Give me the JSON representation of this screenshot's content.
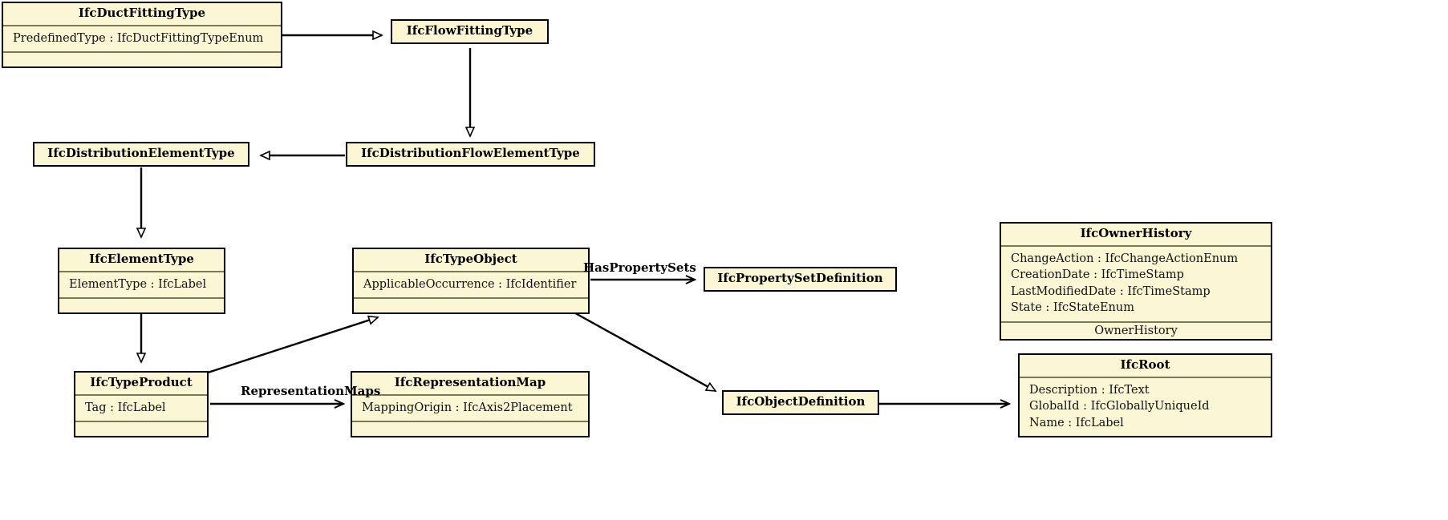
{
  "diagram": {
    "title": "IFC UML Class Diagram - IfcDuctFittingType inheritance",
    "type": "uml-class-diagram",
    "colors": {
      "class_fill": "#FBF6D4",
      "class_border": "#000000",
      "compartment_separator": "#7a7a55",
      "edge": "#000000",
      "background": "#ffffff"
    }
  },
  "classes": [
    {
      "id": "IfcDuctFittingType",
      "name": "IfcDuctFittingType",
      "attributes": [
        "PredefinedType : IfcDuctFittingTypeEnum"
      ],
      "operations": []
    },
    {
      "id": "IfcFlowFittingType",
      "name": "IfcFlowFittingType",
      "attributes": [],
      "operations": []
    },
    {
      "id": "IfcDistributionElementType",
      "name": "IfcDistributionElementType",
      "attributes": [],
      "operations": []
    },
    {
      "id": "IfcDistributionFlowElementType",
      "name": "IfcDistributionFlowElementType",
      "attributes": [],
      "operations": []
    },
    {
      "id": "IfcElementType",
      "name": "IfcElementType",
      "attributes": [
        "ElementType : IfcLabel"
      ],
      "operations": []
    },
    {
      "id": "IfcTypeObject",
      "name": "IfcTypeObject",
      "attributes": [
        "ApplicableOccurrence : IfcIdentifier"
      ],
      "operations": []
    },
    {
      "id": "IfcPropertySetDefinition",
      "name": "IfcPropertySetDefinition",
      "attributes": [],
      "operations": []
    },
    {
      "id": "IfcOwnerHistory",
      "name": "IfcOwnerHistory",
      "attributes": [
        "ChangeAction : IfcChangeActionEnum",
        "CreationDate : IfcTimeStamp",
        "LastModifiedDate : IfcTimeStamp",
        "State : IfcStateEnum"
      ],
      "operations": [
        "OwnerHistory"
      ]
    },
    {
      "id": "IfcRoot",
      "name": "IfcRoot",
      "attributes": [
        "Description : IfcText",
        "GlobalId : IfcGloballyUniqueId",
        "Name : IfcLabel"
      ],
      "operations": []
    },
    {
      "id": "IfcTypeProduct",
      "name": "IfcTypeProduct",
      "attributes": [
        "Tag : IfcLabel"
      ],
      "operations": []
    },
    {
      "id": "IfcRepresentationMap",
      "name": "IfcRepresentationMap",
      "attributes": [
        "MappingOrigin : IfcAxis2Placement"
      ],
      "operations": []
    },
    {
      "id": "IfcObjectDefinition",
      "name": "IfcObjectDefinition",
      "attributes": [],
      "operations": []
    }
  ],
  "edge_labels": {
    "has_property_sets": "HasPropertySets",
    "representation_maps": "RepresentationMaps"
  },
  "relationships": [
    {
      "from": "IfcDuctFittingType",
      "to": "IfcFlowFittingType",
      "kind": "generalization",
      "label": ""
    },
    {
      "from": "IfcFlowFittingType",
      "to": "IfcDistributionFlowElementType",
      "kind": "generalization",
      "label": ""
    },
    {
      "from": "IfcDistributionFlowElementType",
      "to": "IfcDistributionElementType",
      "kind": "generalization",
      "label": ""
    },
    {
      "from": "IfcDistributionElementType",
      "to": "IfcElementType",
      "kind": "generalization",
      "label": ""
    },
    {
      "from": "IfcElementType",
      "to": "IfcTypeProduct",
      "kind": "generalization",
      "label": ""
    },
    {
      "from": "IfcTypeProduct",
      "to": "IfcTypeObject",
      "kind": "generalization",
      "label": ""
    },
    {
      "from": "IfcTypeObject",
      "to": "IfcPropertySetDefinition",
      "kind": "association",
      "label": "HasPropertySets"
    },
    {
      "from": "IfcTypeObject",
      "to": "IfcObjectDefinition",
      "kind": "generalization",
      "label": ""
    },
    {
      "from": "IfcTypeProduct",
      "to": "IfcRepresentationMap",
      "kind": "association",
      "label": "RepresentationMaps"
    },
    {
      "from": "IfcObjectDefinition",
      "to": "IfcRoot",
      "kind": "association",
      "label": ""
    },
    {
      "from": "IfcOwnerHistory",
      "to": "IfcRoot",
      "kind": "association",
      "label": "OwnerHistory"
    }
  ]
}
